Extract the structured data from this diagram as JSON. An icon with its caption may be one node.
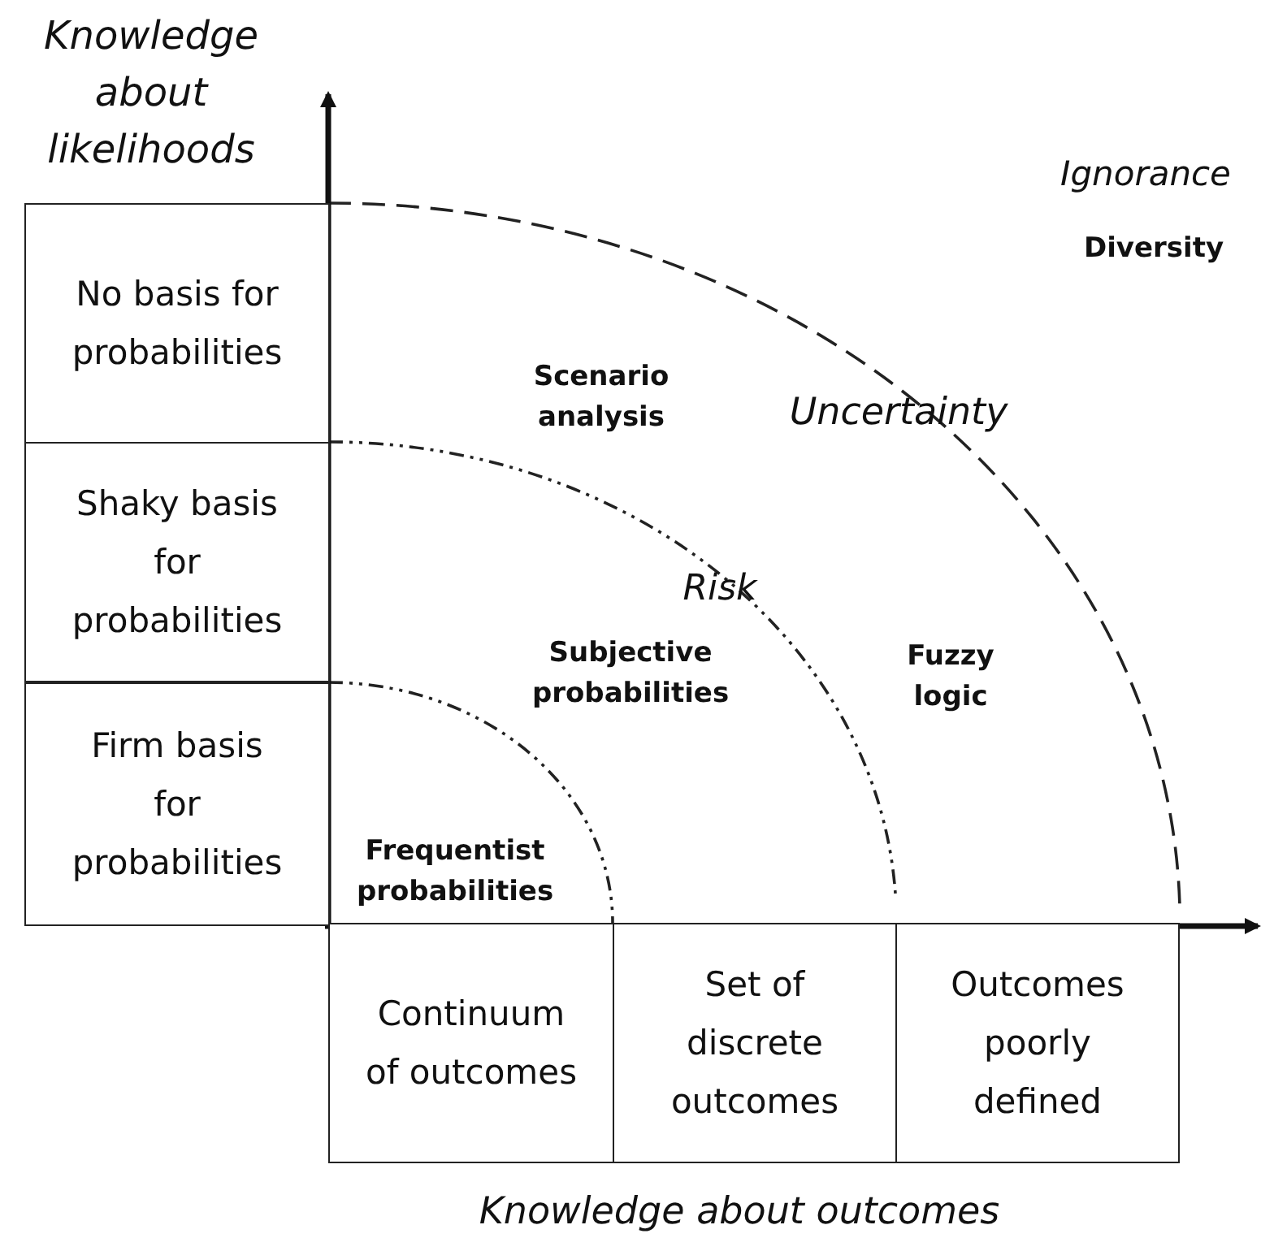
{
  "diagram": {
    "nodes": [
      {
        "text": [
          "No basis for probabilities"
        ]
      },
      {
        "text": [
          "Shaky basis for probabilities"
        ]
      },
      {
        "text": [
          "Firm basis for probabilities"
        ]
      },
      {
        "text": [
          "Continuum of outcomes"
        ]
      },
      {
        "text": [
          "Set of discrete outcomes"
        ]
      },
      {
        "text": [
          "Outcomes poorly defined"
        ]
      }
    ],
    "labels": [
      "Knowledge about likelihoods",
      "Ignorance",
      "Diversity",
      "Scenario analysis",
      "Uncertainty",
      "Risk",
      "Subjective probabilities",
      "Fuzzy logic",
      "Frequentist probabilities",
      "Knowledge about outcomes"
    ]
  }
}
